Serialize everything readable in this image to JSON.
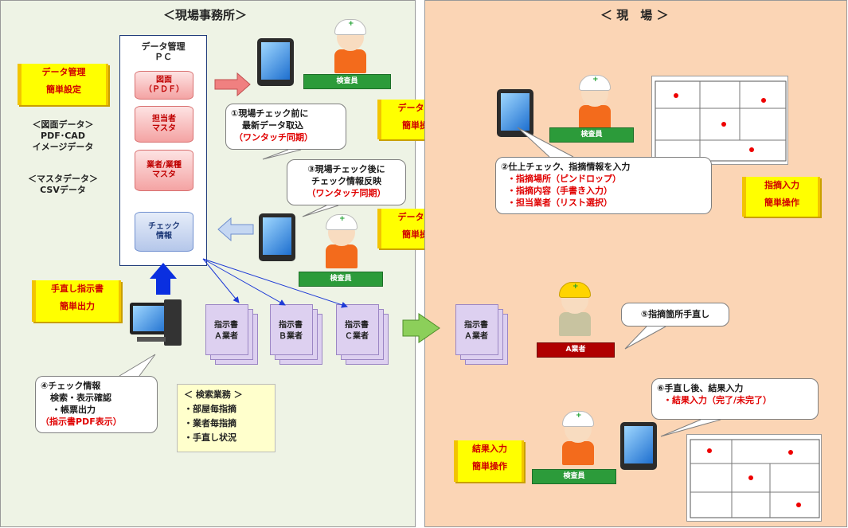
{
  "office": {
    "title": "＜現場事務所＞",
    "pc_title": [
      "データ管理",
      "ＰＣ"
    ],
    "db_drawing": [
      "図面",
      "（ＰＤＦ）"
    ],
    "db_staff": [
      "担当者",
      "マスタ"
    ],
    "db_trade": [
      "業者/業種",
      "マスタ"
    ],
    "db_check": [
      "チェック",
      "情報"
    ],
    "scroll_data_mgmt": [
      "データ管理",
      "簡単設定"
    ],
    "drawing_data": [
      "＜図面データ＞",
      "PDF･CAD",
      "イメージデータ"
    ],
    "master_data": [
      "＜マスタデータ＞",
      "CSVデータ"
    ],
    "scroll_manual": [
      "手直し指示書",
      "簡単出力"
    ],
    "scroll_sync1": [
      "データ同期",
      "簡単操作"
    ],
    "scroll_sync2": [
      "データ同期",
      "簡単操作"
    ],
    "inspector_label1": "検査員",
    "inspector_label2": "検査員",
    "callout1": [
      "①現場チェック前に",
      "最新データ取込",
      "（ワンタッチ同期）"
    ],
    "callout3": [
      "③現場チェック後に",
      "チェック情報反映",
      "（ワンタッチ同期）"
    ],
    "callout4": [
      "④チェック情報",
      "検索・表示確認",
      "・帳票出力",
      "（指示書PDF表示）"
    ],
    "docs": [
      [
        "指示書",
        "Ａ業者"
      ],
      [
        "指示書",
        "Ｂ業者"
      ],
      [
        "指示書",
        "Ｃ業者"
      ]
    ],
    "search": [
      "＜ 検索業務 ＞",
      "・部屋毎指摘",
      "・業者毎指摘",
      "・手直し状況"
    ]
  },
  "site": {
    "title": "＜ 現　場 ＞",
    "inspector_label1": "検査員",
    "inspector_label2": "検査員",
    "callout2_title": "②仕上チェック、指摘情報を入力",
    "callout2_items": [
      "・指摘場所（ピンドロップ）",
      "・指摘内容（手書き入力）",
      "・担当業者（リスト選択）"
    ],
    "scroll_input": [
      "指摘入力",
      "簡単操作"
    ],
    "doc": [
      "指示書",
      "Ａ業者"
    ],
    "contractor_label": "A業者",
    "callout5": "⑤指摘箇所手直し",
    "callout6_title": "⑥手直し後、結果入力",
    "callout6_item": "・結果入力（完了/未完了）",
    "scroll_result": [
      "結果入力",
      "簡単操作"
    ]
  },
  "colors": {
    "office_bg": "#eef3e5",
    "site_bg": "#fbd5b5",
    "scroll": "#ffff00",
    "accent_red": "#e00000",
    "label_green": "#2c9b3a"
  }
}
